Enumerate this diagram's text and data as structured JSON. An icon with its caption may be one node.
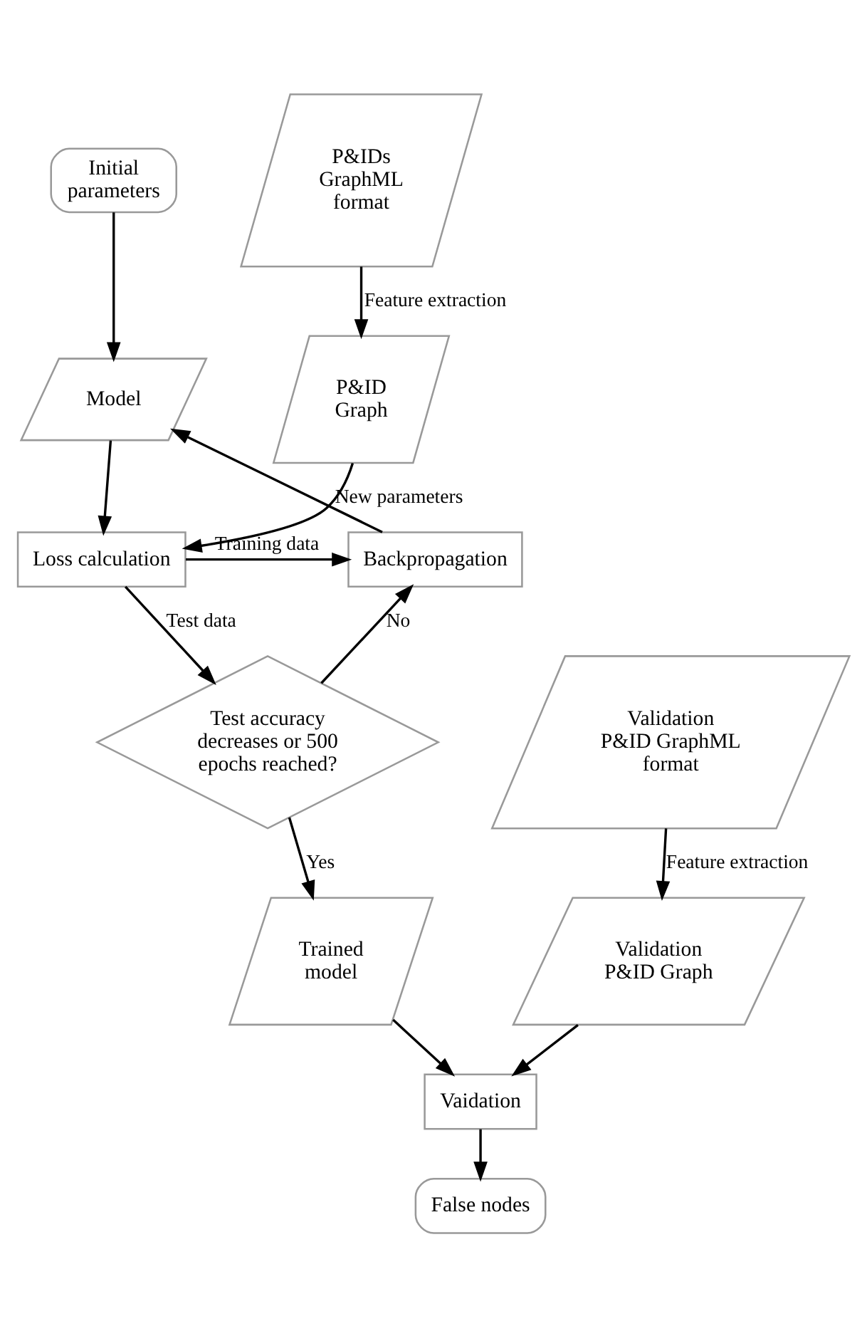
{
  "diagram": {
    "nodes": [
      {
        "text": [
          "Initial parameters"
        ]
      },
      {
        "text": [
          "P&IDs GraphML format"
        ]
      },
      {
        "text": [
          "Model"
        ]
      },
      {
        "text": [
          "P&ID Graph"
        ]
      },
      {
        "text": [
          "Backpropagation"
        ]
      },
      {
        "text": [
          "Loss calculation"
        ]
      },
      {
        "text": [
          "Test accuracy decreases or 500 epochs reached?"
        ]
      },
      {
        "text": [
          "Validation P&ID GraphML format"
        ]
      },
      {
        "text": [
          "Trained model"
        ]
      },
      {
        "text": [
          "Validation P&ID Graph"
        ]
      },
      {
        "text": [
          "Vaidation"
        ]
      },
      {
        "text": [
          "False nodes"
        ]
      }
    ],
    "edges": [
      {
        "from": 0,
        "to": 2,
        "arrow": "to"
      },
      {
        "from": 1,
        "to": 3,
        "arrow": "to",
        "label": "Feature extraction"
      },
      {
        "from": 2,
        "to": 5,
        "arrow": "to"
      },
      {
        "from": 3,
        "to": 5,
        "arrow": "to"
      },
      {
        "from": 4,
        "to": 2,
        "arrow": "to",
        "label": "New parameters"
      },
      {
        "from": 5,
        "to": 4,
        "arrow": "to",
        "label": "Training data"
      },
      {
        "from": 5,
        "to": 6,
        "arrow": "to",
        "label": "Test data"
      },
      {
        "from": 6,
        "to": 4,
        "arrow": "to",
        "label": "No"
      },
      {
        "from": 6,
        "to": 8,
        "arrow": "to",
        "label": "Yes"
      },
      {
        "from": 7,
        "to": 9,
        "arrow": "to",
        "label": "Feature extraction"
      },
      {
        "from": 8,
        "to": 10,
        "arrow": "to"
      },
      {
        "from": 9,
        "to": 10,
        "arrow": "to"
      },
      {
        "from": 10,
        "to": 11,
        "arrow": "to"
      }
    ]
  }
}
